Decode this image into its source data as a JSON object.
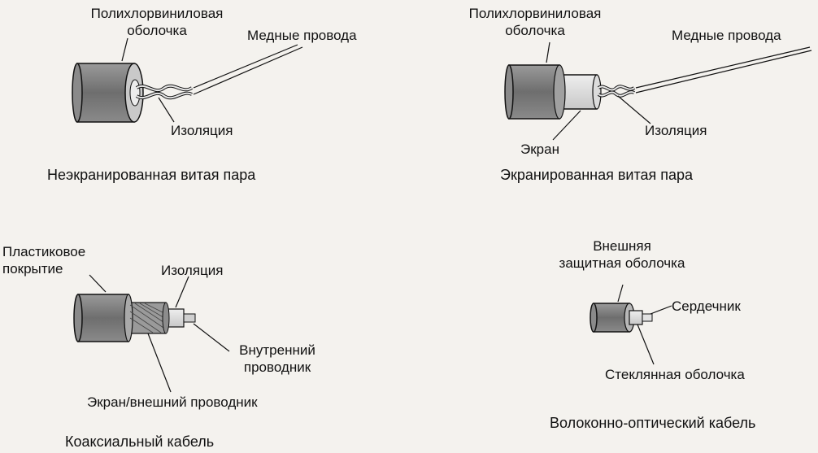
{
  "diagrams": {
    "utp": {
      "caption": "Неэкранированная витая пара",
      "label_jacket": [
        "Полихлорвиниловая",
        "оболочка"
      ],
      "label_wires": "Медные провода",
      "label_insulation": "Изоляция"
    },
    "stp": {
      "caption": "Экранированная витая пара",
      "label_jacket": [
        "Полихлорвиниловая",
        "оболочка"
      ],
      "label_wires": "Медные провода",
      "label_insulation": "Изоляция",
      "label_shield": "Экран"
    },
    "coax": {
      "caption": "Коаксиальный кабель",
      "label_coating": [
        "Пластиковое",
        "покрытие"
      ],
      "label_insulation": "Изоляция",
      "label_inner": [
        "Внутренний",
        "проводник"
      ],
      "label_outer": "Экран/внешний проводник"
    },
    "fiber": {
      "caption": "Волоконно-оптический кабель",
      "label_jacket": [
        "Внешняя",
        "защитная оболочка"
      ],
      "label_core": "Сердечник",
      "label_cladding": "Стеклянная оболочка"
    }
  },
  "colors": {
    "jacket_dark": "#7a7a7a",
    "jacket_light": "#d8d8d8",
    "line": "#111111"
  }
}
